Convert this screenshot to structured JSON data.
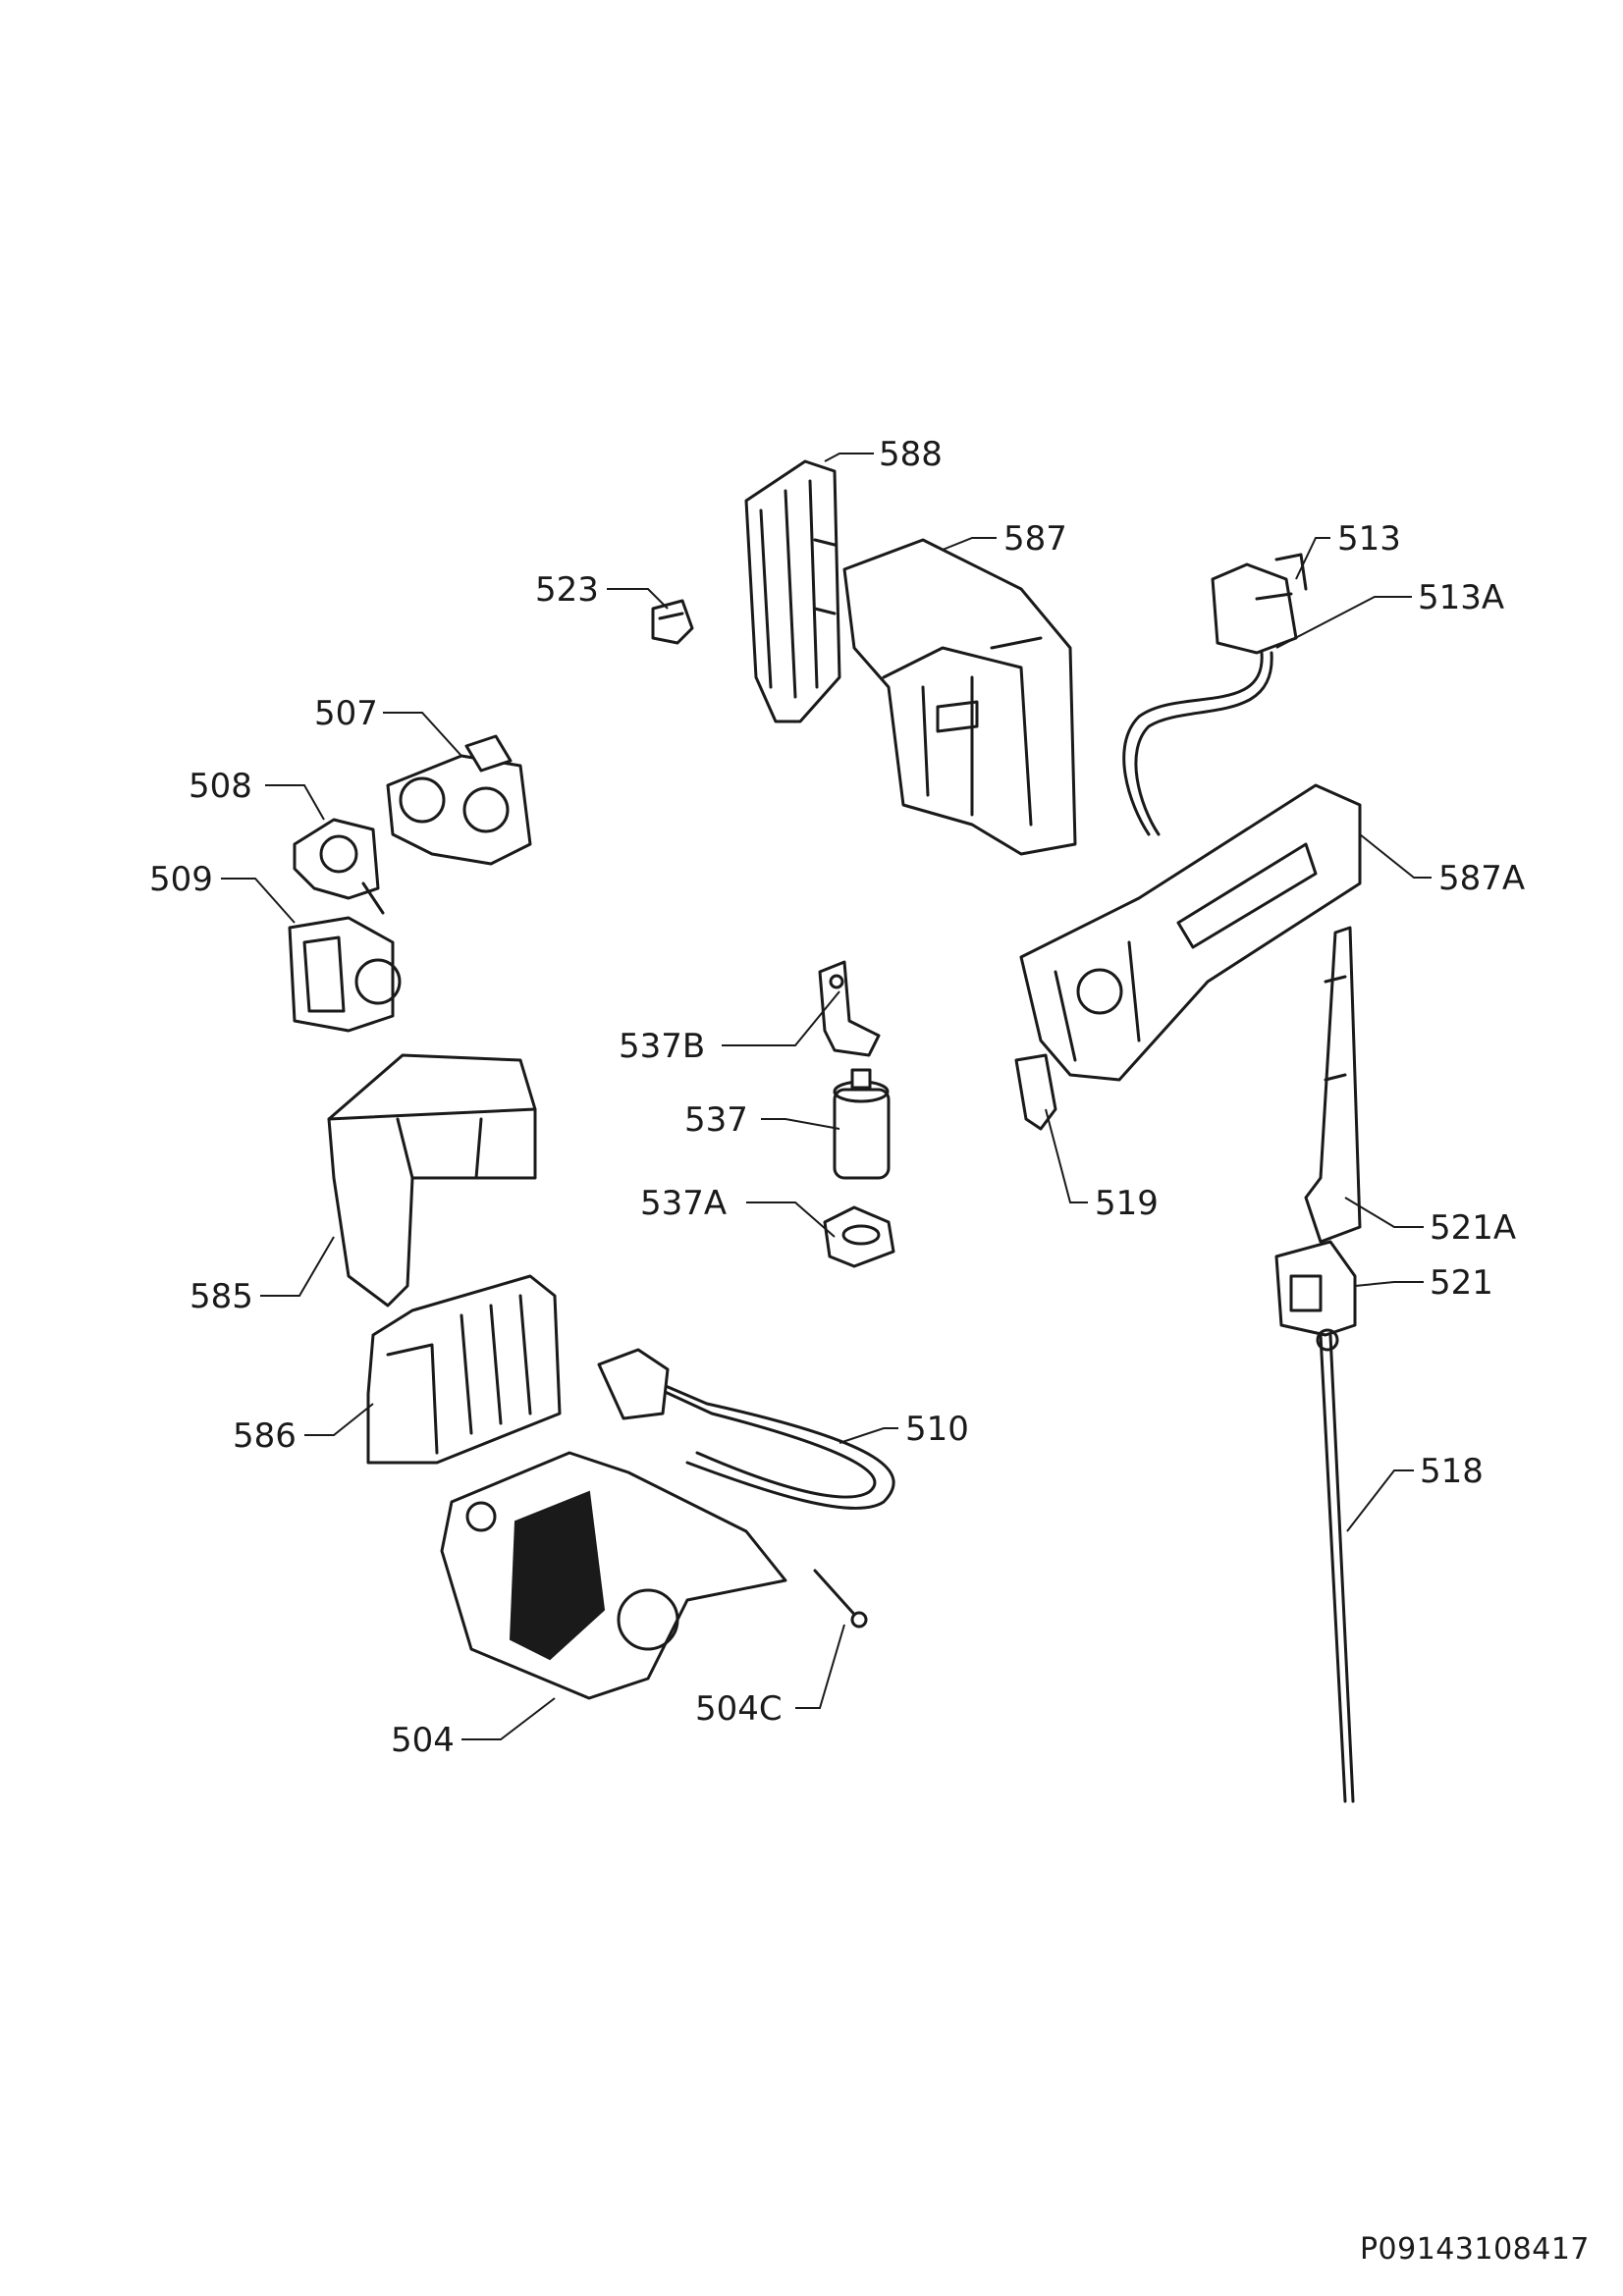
{
  "diagram": {
    "labels": {
      "p588": "588",
      "p587": "587",
      "p523": "523",
      "p513": "513",
      "p513A": "513A",
      "p507": "507",
      "p508": "508",
      "p509": "509",
      "p587A": "587A",
      "p537B": "537B",
      "p537": "537",
      "p537A": "537A",
      "p519": "519",
      "p521A": "521A",
      "p585": "585",
      "p521": "521",
      "p586": "586",
      "p510": "510",
      "p518": "518",
      "p504C": "504C",
      "p504": "504"
    },
    "doc_id": "P09143108417"
  }
}
